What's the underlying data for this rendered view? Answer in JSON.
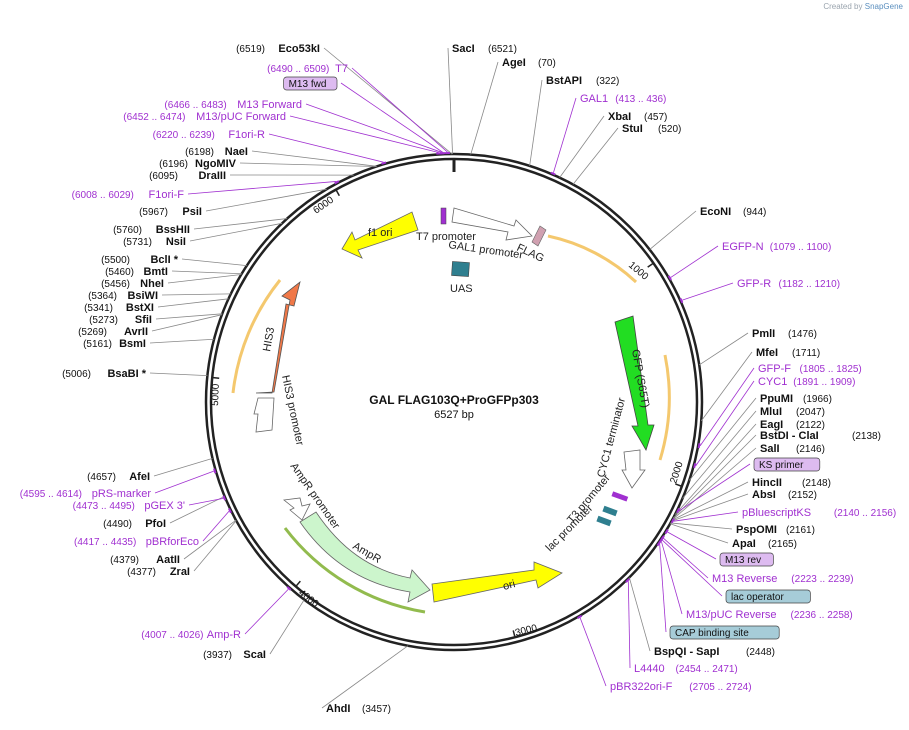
{
  "credit": {
    "prefix": "Created by",
    "brand": "SnapGene"
  },
  "title": "GAL FLAG103Q+ProGFPp303",
  "length": "6527 bp",
  "ticks": [
    "1000",
    "2000",
    "3000",
    "4000",
    "5000",
    "6000"
  ],
  "enzymes": [
    {
      "pos": "(6519)",
      "name": "Eco53kI"
    },
    {
      "pos": "(6521)",
      "name": "SacI"
    },
    {
      "pos": "(70)",
      "name": "AgeI"
    },
    {
      "pos": "(322)",
      "name": "BstAPI"
    },
    {
      "pos": "(457)",
      "name": "XbaI"
    },
    {
      "pos": "(520)",
      "name": "StuI"
    },
    {
      "pos": "(944)",
      "name": "EcoNI"
    },
    {
      "pos": "(1476)",
      "name": "PmlI"
    },
    {
      "pos": "(1711)",
      "name": "MfeI"
    },
    {
      "pos": "(1966)",
      "name": "PpuMI"
    },
    {
      "pos": "(2047)",
      "name": "MluI"
    },
    {
      "pos": "(2122)",
      "name": "EagI"
    },
    {
      "pos": "(2138)",
      "name": "BstDI - ClaI"
    },
    {
      "pos": "(2146)",
      "name": "SalI"
    },
    {
      "pos": "(2148)",
      "name": "HincII"
    },
    {
      "pos": "(2152)",
      "name": "AbsI"
    },
    {
      "pos": "(2161)",
      "name": "PspOMI"
    },
    {
      "pos": "(2165)",
      "name": "ApaI"
    },
    {
      "pos": "(2448)",
      "name": "BspQI - SapI"
    },
    {
      "pos": "(3457)",
      "name": "AhdI"
    },
    {
      "pos": "(3937)",
      "name": "ScaI"
    },
    {
      "pos": "(4377)",
      "name": "ZraI"
    },
    {
      "pos": "(4379)",
      "name": "AatII"
    },
    {
      "pos": "(4490)",
      "name": "PfoI"
    },
    {
      "pos": "(4657)",
      "name": "AfeI"
    },
    {
      "pos": "(5006)",
      "name": "BsaBI *"
    },
    {
      "pos": "(5161)",
      "name": "BsmI"
    },
    {
      "pos": "(5269)",
      "name": "AvrII"
    },
    {
      "pos": "(5273)",
      "name": "SfiI"
    },
    {
      "pos": "(5341)",
      "name": "BstXI"
    },
    {
      "pos": "(5364)",
      "name": "BsiWI"
    },
    {
      "pos": "(5456)",
      "name": "NheI"
    },
    {
      "pos": "(5460)",
      "name": "BmtI"
    },
    {
      "pos": "(5500)",
      "name": "BclI *"
    },
    {
      "pos": "(5731)",
      "name": "NsiI"
    },
    {
      "pos": "(5760)",
      "name": "BssHII"
    },
    {
      "pos": "(5967)",
      "name": "PsiI"
    },
    {
      "pos": "(6095)",
      "name": "DraIII"
    },
    {
      "pos": "(6196)",
      "name": "NgoMIV"
    },
    {
      "pos": "(6198)",
      "name": "NaeI"
    }
  ],
  "primers": [
    {
      "range": "(6490 .. 6509)",
      "name": "T7"
    },
    {
      "range": "",
      "name": "M13 fwd"
    },
    {
      "range": "(6466 .. 6483)",
      "name": "M13 Forward"
    },
    {
      "range": "(6452 .. 6474)",
      "name": "M13/pUC Forward"
    },
    {
      "range": "(6220 .. 6239)",
      "name": "F1ori-R"
    },
    {
      "range": "(6008 .. 6029)",
      "name": "F1ori-F"
    },
    {
      "range": "(413 .. 436)",
      "name": "GAL1"
    },
    {
      "range": "(1079 .. 1100)",
      "name": "EGFP-N"
    },
    {
      "range": "(1182 .. 1210)",
      "name": "GFP-R"
    },
    {
      "range": "(1805 .. 1825)",
      "name": "GFP-F"
    },
    {
      "range": "(1891 .. 1909)",
      "name": "CYC1"
    },
    {
      "range": "",
      "name": "KS primer"
    },
    {
      "range": "(2140 .. 2156)",
      "name": "pBluescriptKS"
    },
    {
      "range": "",
      "name": "M13 rev"
    },
    {
      "range": "(2223 .. 2239)",
      "name": "M13 Reverse"
    },
    {
      "range": "",
      "name": "lac operator"
    },
    {
      "range": "(2236 .. 2258)",
      "name": "M13/pUC Reverse"
    },
    {
      "range": "",
      "name": "CAP binding site"
    },
    {
      "range": "(2454 .. 2471)",
      "name": "L4440"
    },
    {
      "range": "(2705 .. 2724)",
      "name": "pBR322ori-F"
    },
    {
      "range": "(4007 .. 4026)",
      "name": "Amp-R"
    },
    {
      "range": "(4417 .. 4435)",
      "name": "pBRforEco"
    },
    {
      "range": "(4473 .. 4495)",
      "name": "pGEX 3'"
    },
    {
      "range": "(4595 .. 4614)",
      "name": "pRS-marker"
    }
  ],
  "features": {
    "f1ori": "f1 ori",
    "t7promoter": "T7 promoter",
    "gal1promoter": "GAL1 promoter",
    "flag": "FLAG",
    "uas": "UAS",
    "gfp": "GFP (S65T)",
    "cyc1term": "CYC1 terminator",
    "t3promoter": "T3 promoter",
    "lacpromoter": "lac promoter",
    "ori": "ori",
    "ampr": "AmpR",
    "amprpromoter": "AmpR promoter",
    "his3": "HIS3",
    "his3promoter": "HIS3 promoter"
  },
  "colors": {
    "backbone": "#222222",
    "enzyme_text": "#111111",
    "primer_text": "#a030d0",
    "primer_mark": "#a030d0",
    "f1ori": "#ffff00",
    "ori": "#ffff00",
    "gfp": "#22dd22",
    "his3": "#f07848",
    "ampr": "#ccf5cc",
    "uas": "#2f7f8f",
    "flag": "#d0a0b0",
    "orf_track": "#f0b030",
    "highlight_fill": "#ddbbf0",
    "highlight_fill_blue": "#a6ccd8"
  }
}
